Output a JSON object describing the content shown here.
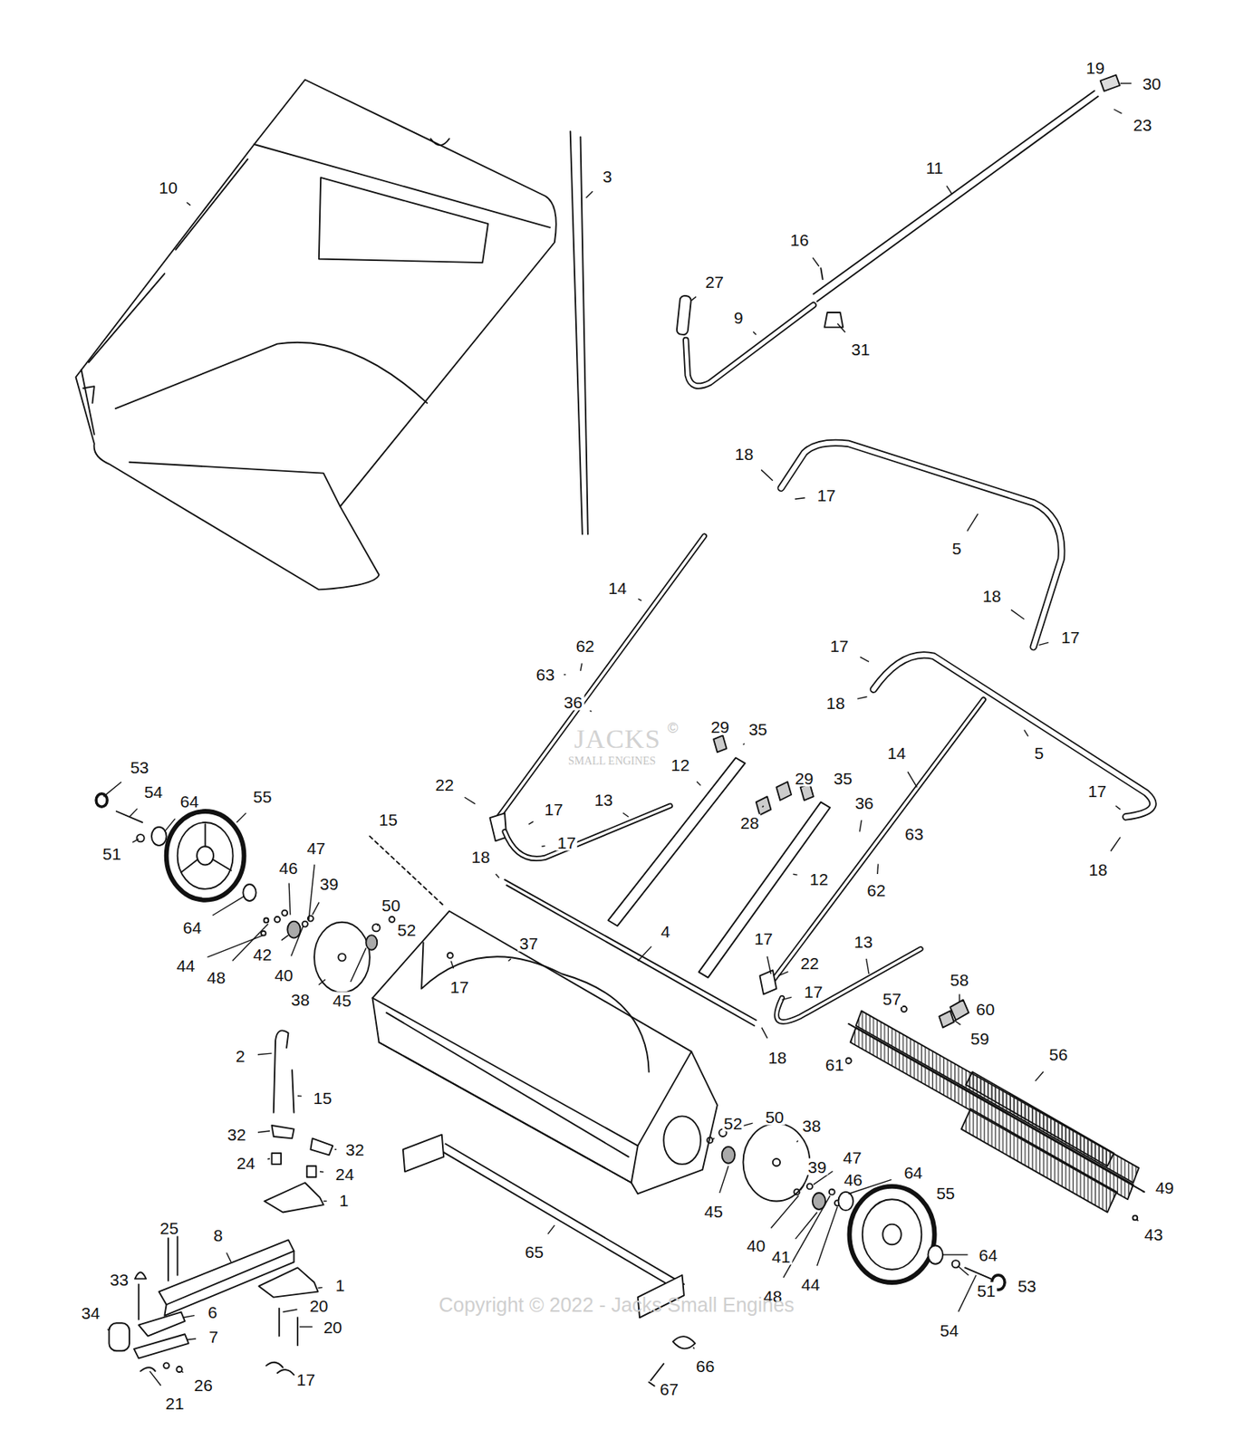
{
  "diagram": {
    "labels": [
      "19",
      "30",
      "23",
      "11",
      "16",
      "27",
      "9",
      "31",
      "3",
      "10",
      "18",
      "17",
      "5",
      "18",
      "17",
      "17",
      "18",
      "5",
      "17",
      "18",
      "14",
      "62",
      "63",
      "36",
      "JACKS",
      "©",
      "SMALL ENGINES",
      "29",
      "35",
      "12",
      "29",
      "35",
      "28",
      "14",
      "36",
      "63",
      "62",
      "12",
      "22",
      "17",
      "13",
      "17",
      "18",
      "53",
      "54",
      "64",
      "55",
      "51",
      "64",
      "15",
      "47",
      "46",
      "39",
      "44",
      "48",
      "42",
      "40",
      "38",
      "50",
      "52",
      "45",
      "37",
      "17",
      "4",
      "17",
      "22",
      "13",
      "17",
      "18",
      "58",
      "57",
      "60",
      "59",
      "61",
      "56",
      "2",
      "15",
      "32",
      "32",
      "24",
      "24",
      "1",
      "52",
      "50",
      "38",
      "45",
      "39",
      "47",
      "46",
      "64",
      "55",
      "40",
      "41",
      "48",
      "44",
      "49",
      "43",
      "65",
      "64",
      "51",
      "54",
      "53",
      "25",
      "8",
      "33",
      "1",
      "6",
      "34",
      "7",
      "20",
      "20",
      "26",
      "21",
      "17",
      "66",
      "67",
      "Copyright © 2022 - Jacks Small Engines"
    ]
  }
}
